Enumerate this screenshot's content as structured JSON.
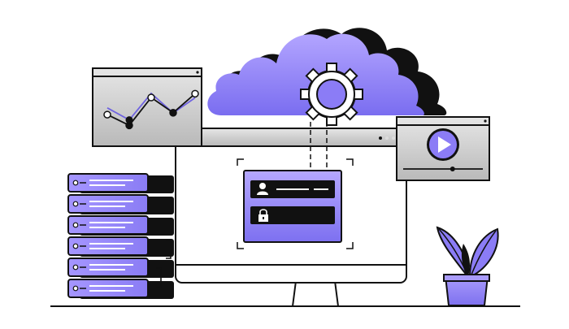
{
  "illustration": {
    "server_unit_count": 6,
    "chart_widget": {
      "upper_series": [
        0.45,
        0.62,
        0.18,
        0.42,
        0.12
      ],
      "lower_series": [
        0.78,
        0.97,
        0.55,
        0.86,
        0.62
      ]
    },
    "video_widget": {
      "progress": 0.62
    },
    "login_form": {
      "fields": [
        "user-field",
        "password-field"
      ]
    }
  },
  "colors": {
    "accent": "#8b7cf6",
    "accent_light": "#a99bfb",
    "accent_dark": "#6f63e0",
    "ink": "#111111",
    "panel_gray": "#c9c9c9",
    "panel_gray_light": "#e4e4e4",
    "white": "#ffffff"
  },
  "icons": [
    "gear-icon",
    "play-icon",
    "user-icon",
    "lock-icon",
    "cloud-icon",
    "plant-icon",
    "server-rack-icon"
  ]
}
